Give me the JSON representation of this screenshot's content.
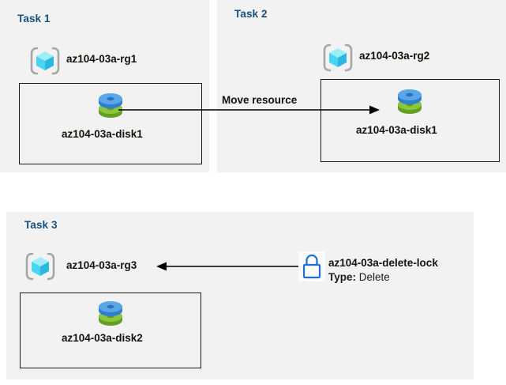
{
  "diagram": {
    "background_color": "#ffffff",
    "panel_color": "#f2f2f2",
    "title_color": "#15517e",
    "label_color": "#15110b",
    "line_color": "#000000"
  },
  "panels": [
    {
      "id": "task1",
      "title": "Task 1",
      "resource_group": {
        "name": "az104-03a-rg1",
        "icon": "resource-group-cube-icon"
      },
      "resource": {
        "name": "az104-03a-disk1",
        "icon": "managed-disk-icon"
      }
    },
    {
      "id": "task2",
      "title": "Task 2",
      "resource_group": {
        "name": "az104-03a-rg2",
        "icon": "resource-group-cube-icon"
      },
      "resource": {
        "name": "az104-03a-disk1",
        "icon": "managed-disk-icon"
      }
    },
    {
      "id": "task3",
      "title": "Task 3",
      "resource_group": {
        "name": "az104-03a-rg3",
        "icon": "resource-group-cube-icon"
      },
      "resource": {
        "name": "az104-03a-disk2",
        "icon": "managed-disk-icon"
      }
    }
  ],
  "connectors": {
    "move": {
      "label": "Move resource",
      "direction": "right"
    },
    "lock": {
      "direction": "left"
    }
  },
  "lock": {
    "icon": "padlock-icon",
    "name": "az104-03a-delete-lock",
    "type_key": "Type:",
    "type_value": "Delete",
    "icon_color": "#1f6fd0"
  },
  "icons": {
    "resource_group": {
      "bracket_color": "#a6a6a6",
      "cube_top": "#9ceefb",
      "cube_left": "#4ad4f2",
      "cube_right": "#2bb8e0"
    },
    "disk": {
      "blue_top": "#5aa7e8",
      "blue_body": "#2f7fd1",
      "green_top": "#8cc63f",
      "green_body": "#63a022"
    }
  }
}
